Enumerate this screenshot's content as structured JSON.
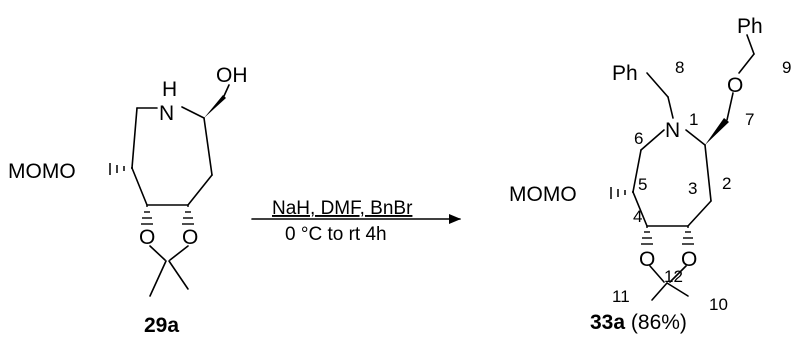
{
  "reactant": {
    "label": "29a",
    "atoms": {
      "oh": "OH",
      "nh_h": "H",
      "nh_n": "N",
      "momo": "MOMO",
      "o_left": "O",
      "o_right": "O"
    }
  },
  "reagents": {
    "line1": "NaH, DMF, BnBr",
    "line2": "0 °C to rt 4h"
  },
  "product": {
    "label": "33a",
    "yield": "(86%)",
    "atoms": {
      "ph_top": "Ph",
      "ph_n": "Ph",
      "o_ether": "O",
      "n": "N",
      "momo": "MOMO",
      "o_left": "O",
      "o_right": "O"
    },
    "numbers": {
      "n1": "1",
      "n2": "2",
      "n3": "3",
      "n4": "4",
      "n5": "5",
      "n6": "6",
      "n7": "7",
      "n8": "8",
      "n9": "9",
      "n10": "10",
      "n11": "11",
      "n12": "12"
    }
  }
}
